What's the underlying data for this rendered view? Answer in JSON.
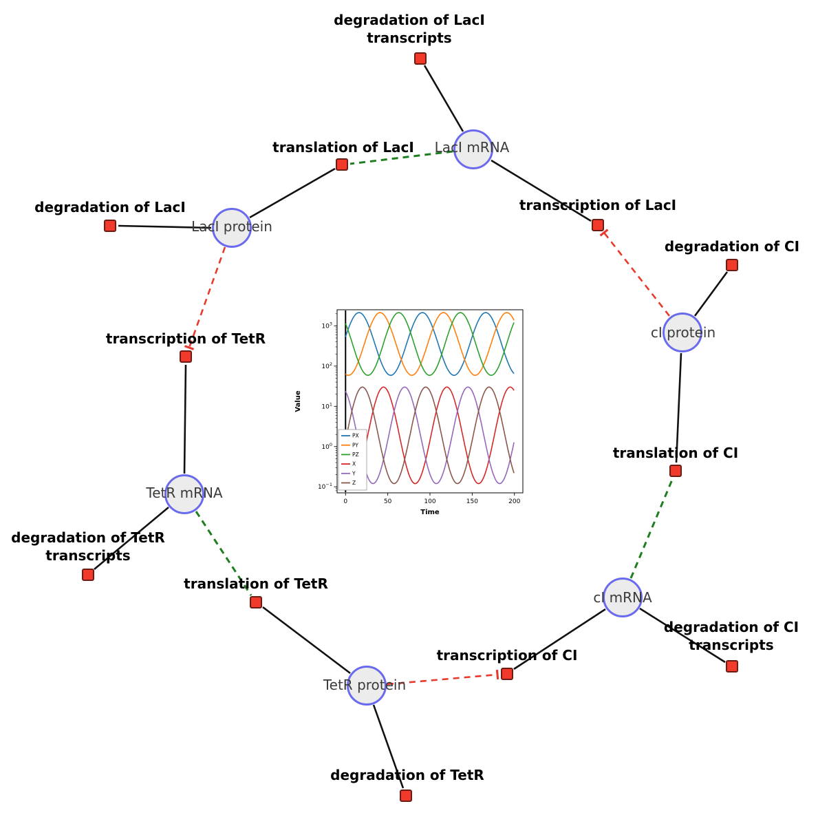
{
  "diagram": {
    "species": {
      "laci_mrna": {
        "label": "LacI mRNA"
      },
      "laci_protein": {
        "label": "LacI protein"
      },
      "tetr_mrna": {
        "label": "TetR mRNA"
      },
      "tetr_protein": {
        "label": "TetR protein"
      },
      "ci_mrna": {
        "label": "cI mRNA"
      },
      "ci_protein": {
        "label": "cI protein"
      }
    },
    "reactions": {
      "deg_laci_tx": {
        "label": "degradation of LacI transcripts"
      },
      "translation_laci": {
        "label": "translation of LacI"
      },
      "transcription_laci": {
        "label": "transcription of LacI"
      },
      "deg_laci": {
        "label": "degradation of LacI"
      },
      "deg_ci": {
        "label": "degradation of CI"
      },
      "transcription_tetr": {
        "label": "transcription of TetR"
      },
      "translation_ci": {
        "label": "translation of CI"
      },
      "deg_tetr_tx": {
        "label": "degradation of TetR transcripts"
      },
      "translation_tetr": {
        "label": "translation of TetR"
      },
      "transcription_ci": {
        "label": "transcription of CI"
      },
      "deg_ci_tx": {
        "label": "degradation of CI transcripts"
      },
      "deg_tetr": {
        "label": "degradation of TetR"
      }
    },
    "edge_types": {
      "production_consumption": {
        "style": "solid",
        "color": "#111111",
        "end": "arrow"
      },
      "catalysis": {
        "style": "dashed",
        "color": "#1e7d1e",
        "end": "arrow"
      },
      "inhibition": {
        "style": "dashed",
        "color": "#e83a2c",
        "end": "tee"
      }
    },
    "colors": {
      "species_fill": "#ececec",
      "species_border": "#6a6aee",
      "reaction_fill": "#f23a2a",
      "reaction_border": "#6b1d15"
    }
  },
  "chart_data": {
    "type": "line",
    "title": "",
    "xlabel": "Time",
    "ylabel": "Value",
    "x_range": [
      0,
      200
    ],
    "xlim": [
      -10,
      210
    ],
    "xticks": [
      0,
      50,
      100,
      150,
      200
    ],
    "y_scale": "log",
    "ylim_log10": [
      -1.15,
      3.4
    ],
    "ytick_exponents": [
      -1,
      0,
      1,
      2,
      3
    ],
    "grid": false,
    "legend_position": "lower left",
    "initial_transient_line_at_x": 0,
    "series": [
      {
        "name": "PX",
        "color": "#1f77b4",
        "log_center": 2.55,
        "log_amp": 0.78,
        "period": 75,
        "peak_t": 16
      },
      {
        "name": "PY",
        "color": "#ff7f0e",
        "log_center": 2.55,
        "log_amp": 0.78,
        "period": 75,
        "peak_t": 41
      },
      {
        "name": "PZ",
        "color": "#2ca02c",
        "log_center": 2.55,
        "log_amp": 0.78,
        "period": 73,
        "peak_t": 63
      },
      {
        "name": "X",
        "color": "#d62728",
        "log_center": 0.28,
        "log_amp": 1.2,
        "period": 75,
        "peak_t": 45
      },
      {
        "name": "Y",
        "color": "#9467bd",
        "log_center": 0.28,
        "log_amp": 1.2,
        "period": 75,
        "peak_t": 70
      },
      {
        "name": "Z",
        "color": "#8c564b",
        "log_center": 0.28,
        "log_amp": 1.2,
        "period": 75,
        "peak_t": 20
      }
    ]
  }
}
